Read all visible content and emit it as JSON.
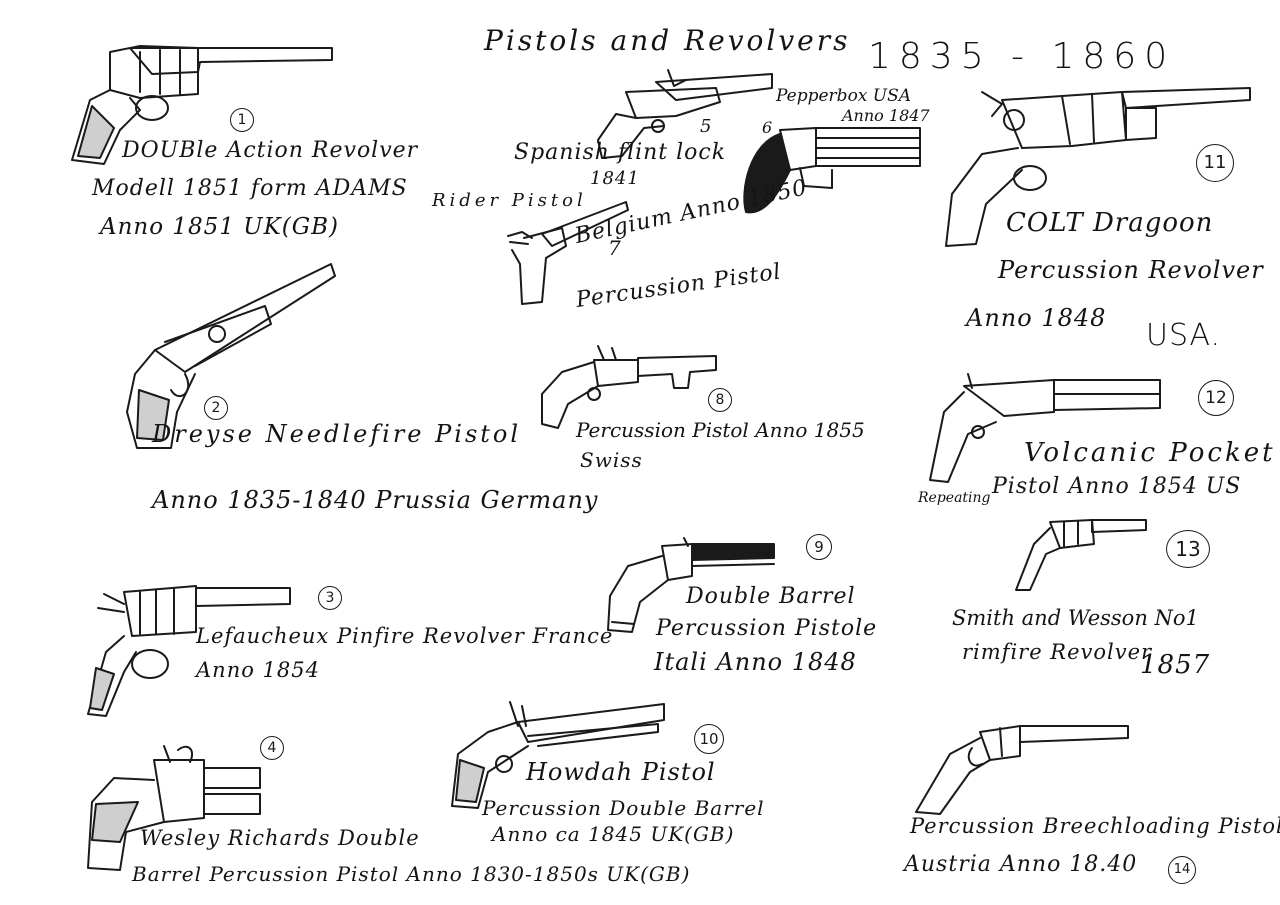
{
  "sheet": {
    "title_words": "Pistols and Revolvers",
    "title_years": "1835 - 1860"
  },
  "items": [
    {
      "number": "1",
      "icon": "revolver-icon",
      "lines": [
        "DOUBle Action Revolver",
        "Modell 1851 form ADAMS",
        "Anno 1851 UK(GB)"
      ]
    },
    {
      "number": "2",
      "icon": "needlefire-pistol-icon",
      "lines": [
        "Dreyse Needlefire Pistol",
        "Anno 1835-1840 Prussia Germany"
      ]
    },
    {
      "number": "3",
      "icon": "pinfire-revolver-icon",
      "lines": [
        "Lefaucheux Pinfire Revolver France",
        "Anno 1854"
      ]
    },
    {
      "number": "4",
      "icon": "double-barrel-pistol-icon",
      "lines": [
        "Wesley Richards Double",
        "Barrel Percussion Pistol Anno 1830-1850s UK(GB)"
      ]
    },
    {
      "number": "5",
      "icon": "flintlock-pistol-icon",
      "lines": [
        "Spanish flint lock",
        "1841"
      ]
    },
    {
      "number": "6",
      "icon": "pepperbox-icon",
      "lines": [
        "Pepperbox USA",
        "Anno 1847"
      ]
    },
    {
      "number": "7",
      "icon": "rider-pistol-icon",
      "lines": [
        "Rider Pistol",
        "Belgium Anno 1850",
        "Percussion Pistol"
      ]
    },
    {
      "number": "8",
      "icon": "percussion-pistol-icon",
      "lines": [
        "Percussion Pistol Anno 1855",
        "Swiss"
      ]
    },
    {
      "number": "9",
      "icon": "double-barrel-pistol-icon",
      "lines": [
        "Double Barrel",
        "Percussion Pistole",
        "Itali Anno 1848"
      ]
    },
    {
      "number": "10",
      "icon": "howdah-pistol-icon",
      "lines": [
        "Howdah Pistol",
        "Percussion Double Barrel",
        "Anno ca 1845 UK(GB)"
      ]
    },
    {
      "number": "11",
      "icon": "colt-dragoon-icon",
      "lines": [
        "COLT Dragoon",
        "Percussion Revolver",
        "Anno 1848",
        "USA."
      ]
    },
    {
      "number": "12",
      "icon": "volcanic-pistol-icon",
      "lines": [
        "Volcanic Pocket",
        "Repeating",
        "Pistol Anno 1854 US"
      ]
    },
    {
      "number": "13",
      "icon": "smith-wesson-revolver-icon",
      "lines": [
        "Smith and Wesson No1",
        "rimfire Revolver",
        "1857"
      ]
    },
    {
      "number": "14",
      "icon": "breechloading-pistol-icon",
      "lines": [
        "Percussion Breechloading Pistol",
        "Austria Anno 18.40"
      ]
    }
  ]
}
